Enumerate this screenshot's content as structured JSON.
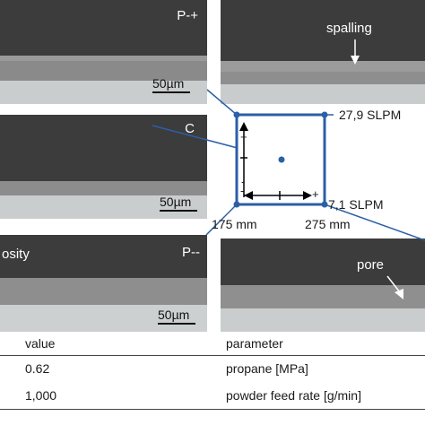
{
  "panels": {
    "top_left": {
      "label": "P-+",
      "scale": "50µm"
    },
    "top_right": {
      "annotation": "spalling"
    },
    "mid_left": {
      "label": "C",
      "scale": "50µm"
    },
    "bottom_left": {
      "label": "P--",
      "partial_label": "osity",
      "scale": "50µm"
    },
    "bottom_right": {
      "annotation": "pore"
    }
  },
  "design_space": {
    "upper_flow": "27,9 SLPM",
    "lower_flow": "7,1 SLPM",
    "left_distance": "175 mm",
    "right_distance": "275 mm",
    "minus": "-",
    "plus": "+"
  },
  "table": {
    "headers": [
      "value",
      "parameter"
    ],
    "rows": [
      {
        "value": "0.62",
        "parameter": "propane  [MPa]"
      },
      {
        "value": "1,000",
        "parameter": "powder feed rate [g/min]"
      }
    ]
  },
  "colors": {
    "accent": "#2b5fa6",
    "panel_dark": "#3c3c3c",
    "coating": "#8d8d8d",
    "substrate": "#c8cccc"
  }
}
